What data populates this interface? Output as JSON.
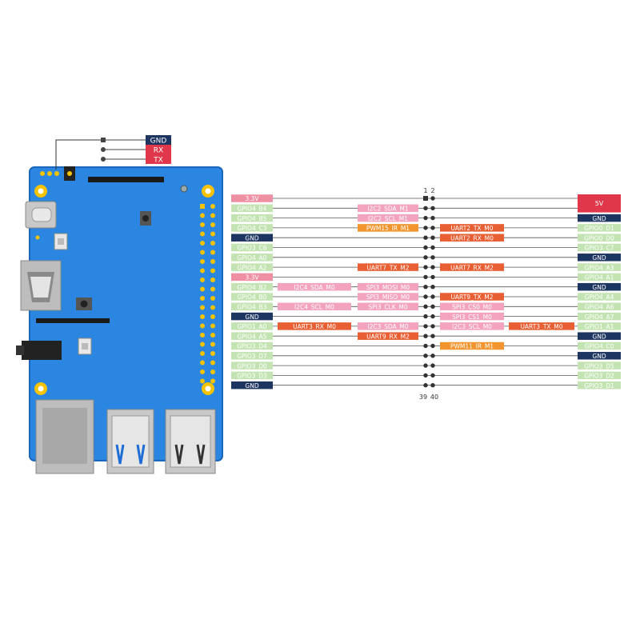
{
  "debug_header": {
    "gnd": "GND",
    "rx": "RX",
    "tx": "TX"
  },
  "pin_numbers": {
    "top_left": "1",
    "top_right": "2",
    "bottom_left": "39",
    "bottom_right": "40"
  },
  "colors": {
    "board": "#2a86e0",
    "board_edge": "#1a66bc",
    "power_3v3": "#ef8fa3",
    "power_5v": "#e0384a",
    "gnd": "#1d3561",
    "gpio": "#c3e4b2",
    "gpio_text": "#ffffff",
    "i2c_spi_pink": "#f3a3bd",
    "pwm_orange": "#f2952e",
    "uart_red": "#e85f33",
    "gold": "#f6c300"
  },
  "rows": [
    {
      "left": {
        "t": "3.3V",
        "k": "p33"
      },
      "li": [],
      "ri": [],
      "right": {
        "t": "5V",
        "k": "p5"
      }
    },
    {
      "left": {
        "t": "GPIO4_B4",
        "k": "gpio"
      },
      "li": [
        {
          "t": "I2C2_SDA_M1",
          "k": "pink"
        }
      ],
      "ri": [],
      "right": {
        "t": "5V",
        "k": "p5"
      }
    },
    {
      "left": {
        "t": "GPIO4_B5",
        "k": "gpio"
      },
      "li": [
        {
          "t": "I2C2_SCL_M1",
          "k": "pink"
        }
      ],
      "ri": [],
      "right": {
        "t": "GND",
        "k": "gnd"
      }
    },
    {
      "left": {
        "t": "GPIO4_C3",
        "k": "gpio"
      },
      "li": [
        {
          "t": "PWM15_IR_M1",
          "k": "orange"
        }
      ],
      "ri": [
        {
          "t": "UART2_TX_M0",
          "k": "uart"
        }
      ],
      "right": {
        "t": "GPIO0_D1",
        "k": "gpio"
      }
    },
    {
      "left": {
        "t": "GND",
        "k": "gnd"
      },
      "li": [],
      "ri": [
        {
          "t": "UART2_RX_M0",
          "k": "uart"
        }
      ],
      "right": {
        "t": "GPIO0_D0",
        "k": "gpio"
      }
    },
    {
      "left": {
        "t": "GPIO3_C6",
        "k": "gpio"
      },
      "li": [],
      "ri": [],
      "right": {
        "t": "GPIO3_C7",
        "k": "gpio"
      }
    },
    {
      "left": {
        "t": "GPIO4_A0",
        "k": "gpio"
      },
      "li": [],
      "ri": [],
      "right": {
        "t": "GND",
        "k": "gnd"
      }
    },
    {
      "left": {
        "t": "GPIO4_A2",
        "k": "gpio"
      },
      "li": [
        {
          "t": "UART7_TX_M2",
          "k": "uart"
        }
      ],
      "ri": [
        {
          "t": "UART7_RX_M2",
          "k": "uart"
        }
      ],
      "right": {
        "t": "GPIO4_A3",
        "k": "gpio"
      }
    },
    {
      "left": {
        "t": "3.3V",
        "k": "p33"
      },
      "li": [],
      "ri": [],
      "right": {
        "t": "GPIO4_A1",
        "k": "gpio"
      }
    },
    {
      "left": {
        "t": "GPIO4_B2",
        "k": "gpio"
      },
      "li": [
        {
          "t": "I2C4_SDA_M0",
          "k": "pink"
        },
        {
          "t": "SPI3_MOSI_M0",
          "k": "pink"
        }
      ],
      "ri": [],
      "right": {
        "t": "GND",
        "k": "gnd"
      }
    },
    {
      "left": {
        "t": "GPIO4_B0",
        "k": "gpio"
      },
      "li": [
        {
          "t": "SPI3_MISO_M0",
          "k": "pink"
        }
      ],
      "ri": [
        {
          "t": "UART9_TX_M2",
          "k": "uart"
        }
      ],
      "right": {
        "t": "GPIO4_A4",
        "k": "gpio"
      }
    },
    {
      "left": {
        "t": "GPIO4_B3",
        "k": "gpio"
      },
      "li": [
        {
          "t": "I2C4_SCL_M0",
          "k": "pink"
        },
        {
          "t": "SPI3_CLK_M0",
          "k": "pink"
        }
      ],
      "ri": [
        {
          "t": "SPI3_CS0_M0",
          "k": "pink"
        }
      ],
      "right": {
        "t": "GPIO4_A6",
        "k": "gpio"
      }
    },
    {
      "left": {
        "t": "GND",
        "k": "gnd"
      },
      "li": [],
      "ri": [
        {
          "t": "SPI3_CS1_M0",
          "k": "pink"
        }
      ],
      "right": {
        "t": "GPIO4_A7",
        "k": "gpio"
      }
    },
    {
      "left": {
        "t": "GPIO1_A0",
        "k": "gpio"
      },
      "li": [
        {
          "t": "UART3_RX_M0",
          "k": "uart"
        },
        {
          "t": "I2C3_SDA_M0",
          "k": "pink"
        }
      ],
      "ri": [
        {
          "t": "I2C3_SCL_M0",
          "k": "pink"
        },
        {
          "t": "UART3_TX_M0",
          "k": "uart"
        }
      ],
      "right": {
        "t": "GPIO1_A1",
        "k": "gpio"
      }
    },
    {
      "left": {
        "t": "GPIO4_A5",
        "k": "gpio"
      },
      "li": [
        {
          "t": "UART9_RX_M2",
          "k": "uart"
        }
      ],
      "ri": [],
      "right": {
        "t": "GND",
        "k": "gnd"
      }
    },
    {
      "left": {
        "t": "GPIO3_D4",
        "k": "gpio"
      },
      "li": [],
      "ri": [
        {
          "t": "PWM11_IR_M1",
          "k": "orange"
        }
      ],
      "right": {
        "t": "GPIO4_C0",
        "k": "gpio"
      }
    },
    {
      "left": {
        "t": "GPIO3_D7",
        "k": "gpio"
      },
      "li": [],
      "ri": [],
      "right": {
        "t": "GND",
        "k": "gnd"
      }
    },
    {
      "left": {
        "t": "GPIO3_D0",
        "k": "gpio"
      },
      "li": [],
      "ri": [],
      "right": {
        "t": "GPIO3_D5",
        "k": "gpio"
      }
    },
    {
      "left": {
        "t": "GPIO3_D3",
        "k": "gpio"
      },
      "li": [],
      "ri": [],
      "right": {
        "t": "GPIO3_D2",
        "k": "gpio"
      }
    },
    {
      "left": {
        "t": "GND",
        "k": "gnd"
      },
      "li": [],
      "ri": [],
      "right": {
        "t": "GPIO3_D1",
        "k": "gpio"
      }
    }
  ]
}
